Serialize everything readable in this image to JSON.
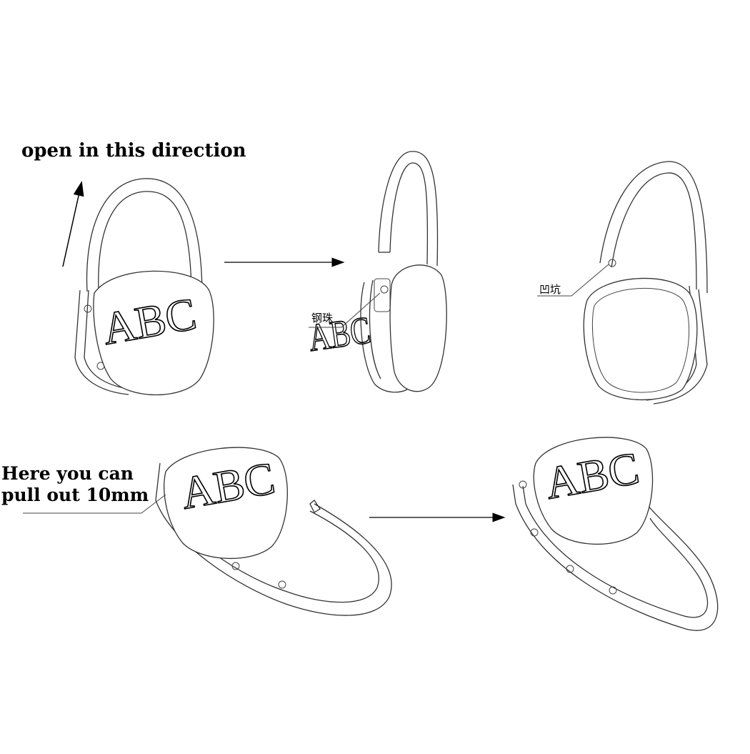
{
  "labels": {
    "open_direction": "open in this direction",
    "steel_ball": "钢珠",
    "dimple": "凹坑",
    "pull_out_line1": "Here you can",
    "pull_out_line2": "pull out 10mm"
  },
  "engraving": "ABC",
  "icons": [
    "arrow-up-right-icon",
    "arrow-right-icon",
    "callout-line-icon"
  ]
}
